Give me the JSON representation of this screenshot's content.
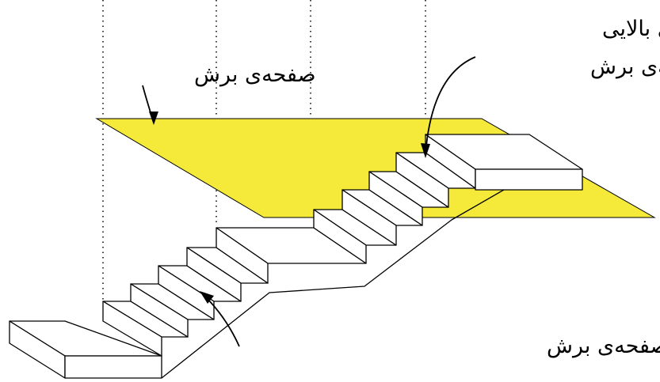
{
  "labels": {
    "cutting_plane": "صفحه‌ی برش",
    "upper_stairs_line1": "پله‌های بالایی",
    "upper_stairs_line2": "صفحه‌ی برش",
    "lower_stairs": "پله‌های زیرین صفحه‌ی برش"
  },
  "colors": {
    "plane_fill": "#F5EA3A",
    "line": "#000000"
  }
}
